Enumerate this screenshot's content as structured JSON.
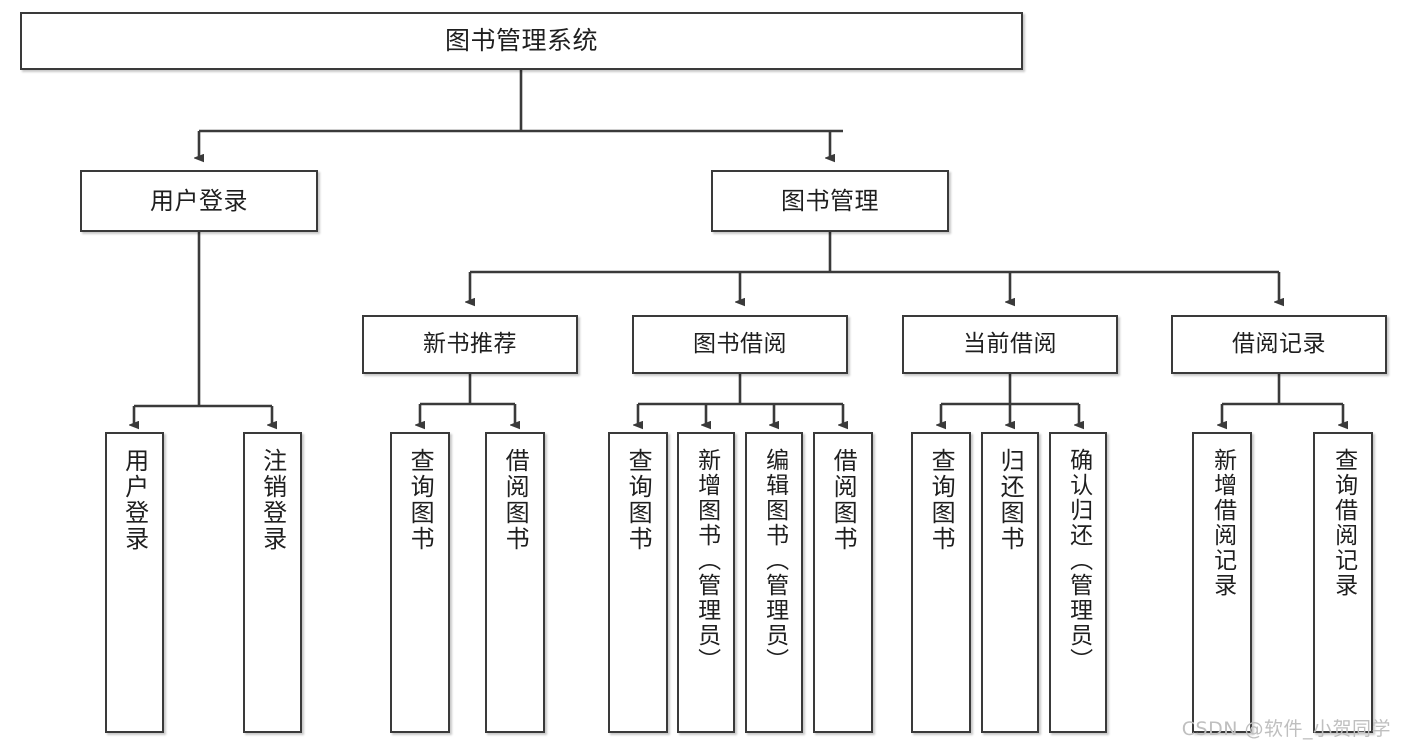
{
  "diagram": {
    "title": "图书管理系统",
    "watermark": "CSDN @软件_小贺同学",
    "edge_color": "#3a3a3a",
    "box_border_color": "#3a3a3a",
    "background_color": "#ffffff",
    "root": {
      "label": "图书管理系统"
    },
    "level2": [
      {
        "label": "用户登录"
      },
      {
        "label": "图书管理"
      }
    ],
    "level3": [
      {
        "label": "新书推荐"
      },
      {
        "label": "图书借阅"
      },
      {
        "label": "当前借阅"
      },
      {
        "label": "借阅记录"
      }
    ],
    "leaves": {
      "user_login": [
        {
          "label": "用户登录"
        },
        {
          "label": "注销登录"
        }
      ],
      "new_book_recommend": [
        {
          "label": "查询图书"
        },
        {
          "label": "借阅图书"
        }
      ],
      "book_borrow": [
        {
          "label": "查询图书"
        },
        {
          "label": "新增图书（管理员）"
        },
        {
          "label": "编辑图书（管理员）"
        },
        {
          "label": "借阅图书"
        }
      ],
      "current_borrow": [
        {
          "label": "查询图书"
        },
        {
          "label": "归还图书"
        },
        {
          "label": "确认归还（管理员）"
        }
      ],
      "borrow_record": [
        {
          "label": "新增借阅记录"
        },
        {
          "label": "查询借阅记录"
        }
      ]
    }
  }
}
